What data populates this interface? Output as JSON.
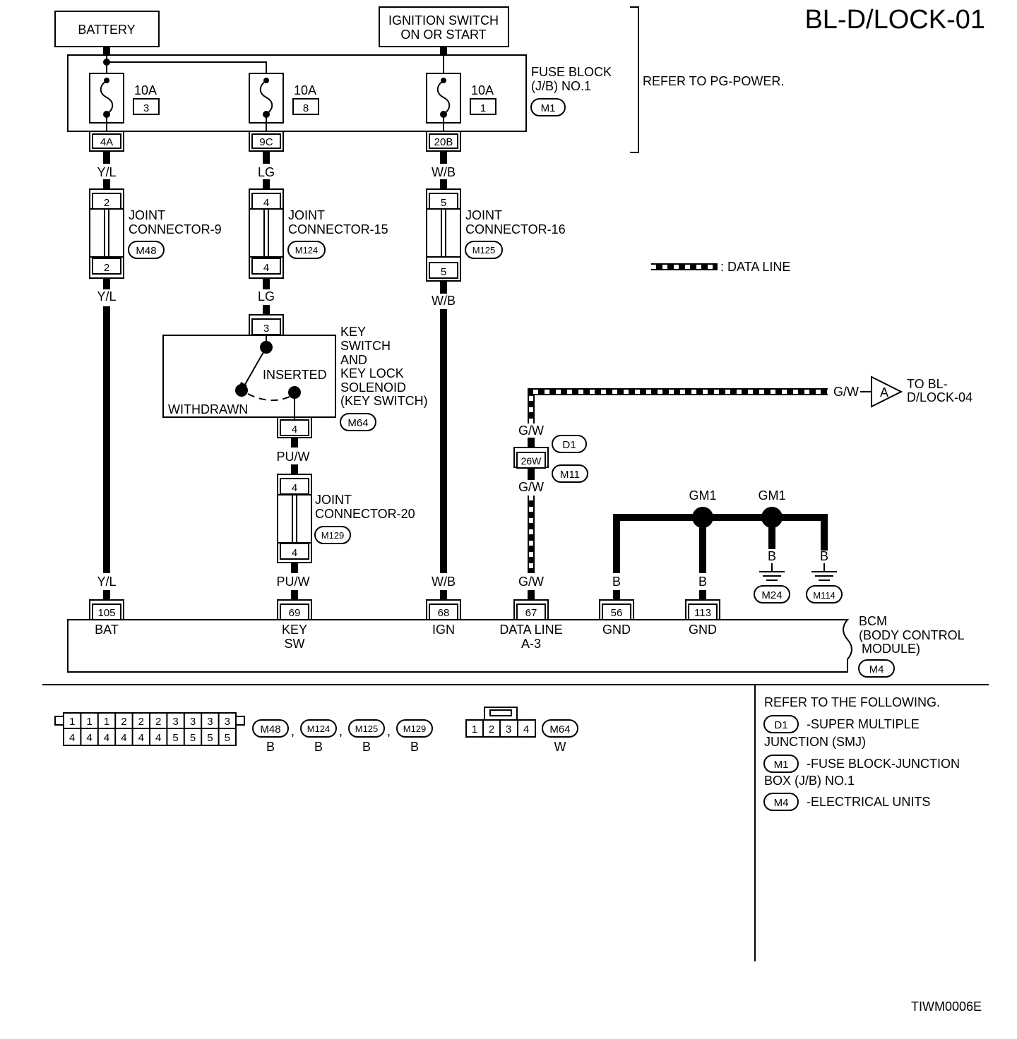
{
  "title": "BL-D/LOCK-01",
  "figure_id": "TIWM0006E",
  "power_sources": {
    "battery": "BATTERY",
    "ignition_line1": "IGNITION SWITCH",
    "ignition_line2": "ON OR START"
  },
  "fuse_block": {
    "name_line1": "FUSE BLOCK",
    "name_line2": "(J/B) NO.1",
    "connector": "M1",
    "refer": "REFER TO PG-POWER.",
    "fuses": [
      {
        "rating": "10A",
        "number": "3",
        "terminal": "4A"
      },
      {
        "rating": "10A",
        "number": "8",
        "terminal": "9C"
      },
      {
        "rating": "10A",
        "number": "1",
        "terminal": "20B"
      }
    ]
  },
  "wire_colors": {
    "yl": "Y/L",
    "lg": "LG",
    "wb": "W/B",
    "puw": "PU/W",
    "gw": "G/W",
    "b": "B"
  },
  "joint_connectors": [
    {
      "line1": "JOINT",
      "line2": "CONNECTOR-9",
      "connector": "M48",
      "terminal": "2"
    },
    {
      "line1": "JOINT",
      "line2": "CONNECTOR-15",
      "connector": "M124",
      "terminal": "4"
    },
    {
      "line1": "JOINT",
      "line2": "CONNECTOR-16",
      "connector": "M125",
      "terminal": "5"
    },
    {
      "line1": "JOINT",
      "line2": "CONNECTOR-20",
      "connector": "M129",
      "terminal": "4"
    }
  ],
  "key_switch": {
    "label_lines": [
      "KEY",
      "SWITCH",
      "AND",
      "KEY LOCK",
      "SOLENOID",
      "(KEY SWITCH)"
    ],
    "connector": "M64",
    "terminal_in": "3",
    "terminal_out": "4",
    "inserted": "INSERTED",
    "withdrawn": "WITHDRAWN"
  },
  "legend": {
    "data_line": ": DATA LINE"
  },
  "data_line": {
    "to_line1": "TO BL-",
    "to_line2": "D/LOCK-04",
    "arrow_letter": "A",
    "smj_connector": "D1",
    "smj_terminal": "26W",
    "smj_harness": "M11"
  },
  "grounds": {
    "gm1": "GM1",
    "m24": "M24",
    "m114": "M114"
  },
  "bcm": {
    "line1": "BCM",
    "line2": "(BODY CONTROL",
    "line3": "MODULE)",
    "connector": "M4",
    "pins": [
      {
        "num": "105",
        "label1": "BAT",
        "label2": ""
      },
      {
        "num": "69",
        "label1": "KEY",
        "label2": "SW"
      },
      {
        "num": "68",
        "label1": "IGN",
        "label2": ""
      },
      {
        "num": "67",
        "label1": "DATA LINE",
        "label2": "A-3"
      },
      {
        "num": "56",
        "label1": "GND",
        "label2": ""
      },
      {
        "num": "113",
        "label1": "GND",
        "label2": ""
      }
    ]
  },
  "connector_views": {
    "joint_top_row": [
      "1",
      "1",
      "1",
      "2",
      "2",
      "2",
      "3",
      "3",
      "3",
      "3"
    ],
    "joint_bottom_row": [
      "4",
      "4",
      "4",
      "4",
      "4",
      "4",
      "5",
      "5",
      "5",
      "5"
    ],
    "joint_ids": [
      "M48",
      "M124",
      "M125",
      "M129"
    ],
    "joint_color": "B",
    "sep": ",",
    "key_pins": [
      "1",
      "2",
      "3",
      "4"
    ],
    "key_id": "M64",
    "key_color": "W"
  },
  "refer_following": {
    "heading": "REFER TO THE FOLLOWING.",
    "items": [
      {
        "id": "D1",
        "line1": "-SUPER MULTIPLE",
        "line2": "JUNCTION (SMJ)"
      },
      {
        "id": "M1",
        "line1": "-FUSE BLOCK-JUNCTION",
        "line2": "BOX (J/B) NO.1"
      },
      {
        "id": "M4",
        "line1": "-ELECTRICAL UNITS",
        "line2": ""
      }
    ]
  }
}
